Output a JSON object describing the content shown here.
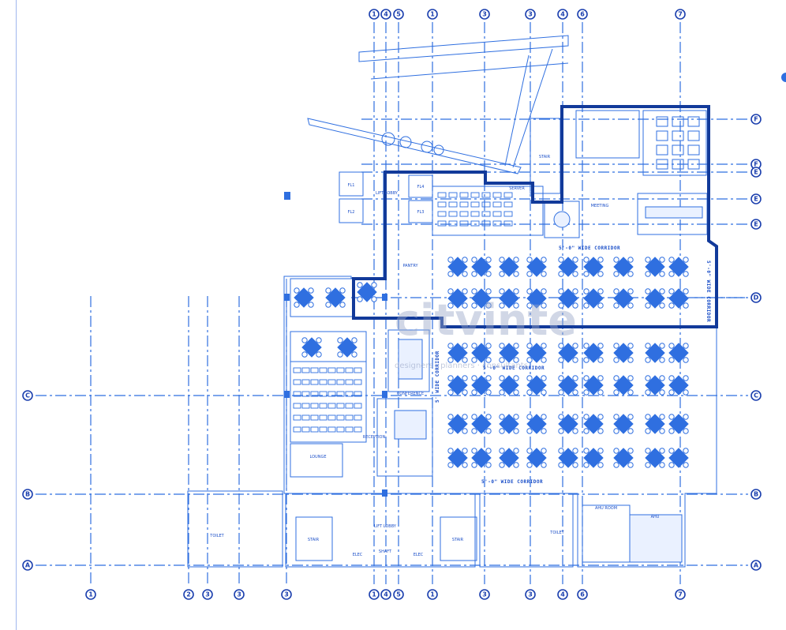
{
  "colors": {
    "line": "#2f6fe0",
    "heavy": "#123a9a",
    "bubble": "#1b3fae",
    "background": "#ffffff"
  },
  "grid_top_labels": [
    "1",
    "4",
    "5",
    "1",
    "3",
    "3",
    "4",
    "6",
    "7"
  ],
  "grid_bottom_labels": [
    "1",
    "2",
    "3",
    "3",
    "3",
    "1",
    "4",
    "5",
    "1",
    "3",
    "3",
    "4",
    "6",
    "7"
  ],
  "grid_right_labels": [
    "F",
    "F",
    "E",
    "E",
    "E",
    "D",
    "C",
    "B",
    "A"
  ],
  "grid_left_labels": [
    "C",
    "B",
    "A"
  ],
  "corridor_labels": {
    "top_corridor": "5'-0\" WIDE CORRIDOR",
    "mid_corridor": "5'-0\" WIDE CORRIDOR",
    "bottom_corridor": "5'-0\" WIDE CORRIDOR",
    "east_corridor": "5'-0\" WIDE CORRIDOR",
    "vert_corridor": "5' WIDE CORRIDOR"
  },
  "room_labels": {
    "stair_a": "STAIR",
    "stair_b": "STAIR",
    "stair_c": "STAIR",
    "lift_lobby": "LIFT LOBBY",
    "lift_lobby_2": "LIFT LOBBY",
    "elec": "ELEC",
    "ahu": "AHU",
    "ahu_room": "AHU ROOM",
    "pantry": "PANTRY",
    "lounge": "LOUNGE",
    "conference": "CONFERENCE",
    "meeting": "MEETING",
    "server": "SERVER",
    "reception": "RECEPTION",
    "fl1": "FL1",
    "fl2": "FL2",
    "fl3": "FL3",
    "fl4": "FL4",
    "shaft": "SHAFT",
    "toilet": "TOILET"
  },
  "watermark": {
    "main": "citvinte",
    "sub": "designers · planners · consultants"
  }
}
